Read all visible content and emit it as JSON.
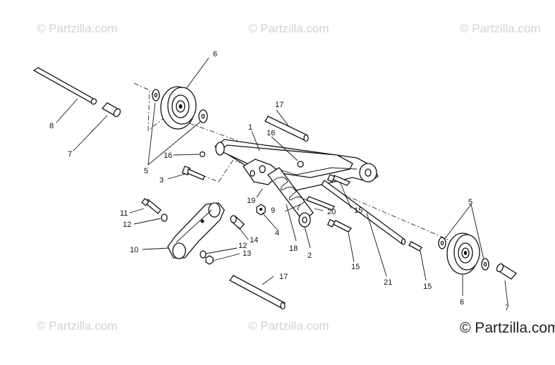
{
  "watermark": {
    "text": "© Partzilla.com",
    "corner_text": "© Partzilla.com"
  },
  "callouts": {
    "c1": "1",
    "c2": "2",
    "c3": "3",
    "c4": "4",
    "c5a": "5",
    "c5b": "5",
    "c6a": "6",
    "c6b": "6",
    "c7a": "7",
    "c7b": "7",
    "c8": "8",
    "c9": "9",
    "c10": "10",
    "c11": "11",
    "c12a": "12",
    "c12b": "12",
    "c13": "13",
    "c14": "14",
    "c15a": "15",
    "c15b": "15",
    "c15c": "15",
    "c16a": "16",
    "c16b": "16",
    "c17a": "17",
    "c17b": "17",
    "c18": "18",
    "c19": "19",
    "c20": "20",
    "c21": "21"
  }
}
